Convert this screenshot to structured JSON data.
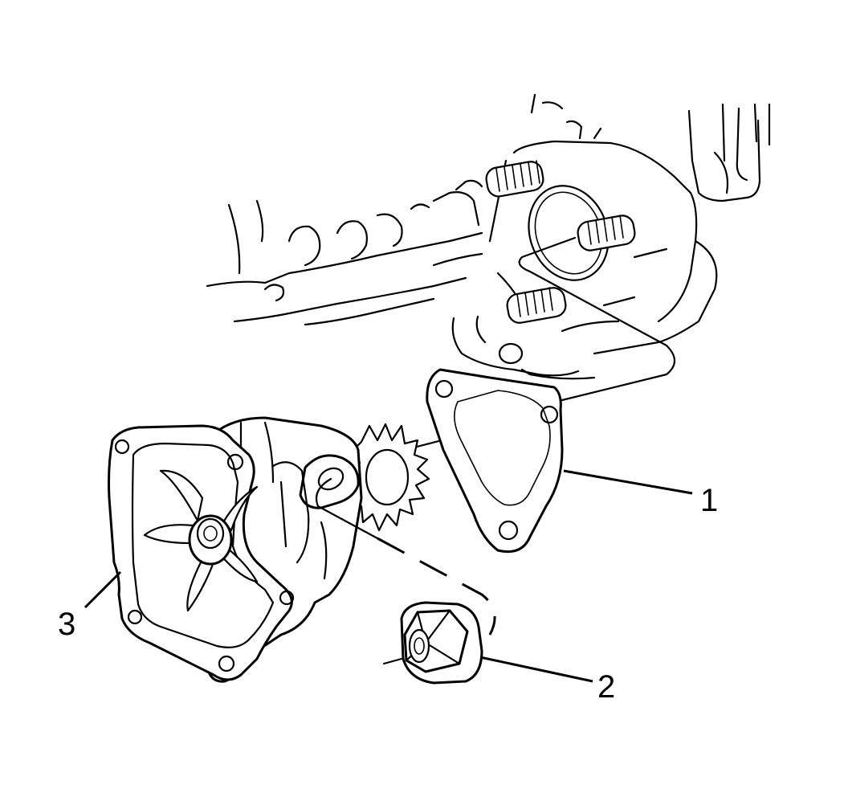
{
  "callouts": [
    {
      "id": "1",
      "label": "1",
      "part": "gasket"
    },
    {
      "id": "2",
      "label": "2",
      "part": "nut"
    },
    {
      "id": "3",
      "label": "3",
      "part": "water-pump"
    }
  ],
  "colors": {
    "line": "#000000",
    "background": "#ffffff"
  }
}
